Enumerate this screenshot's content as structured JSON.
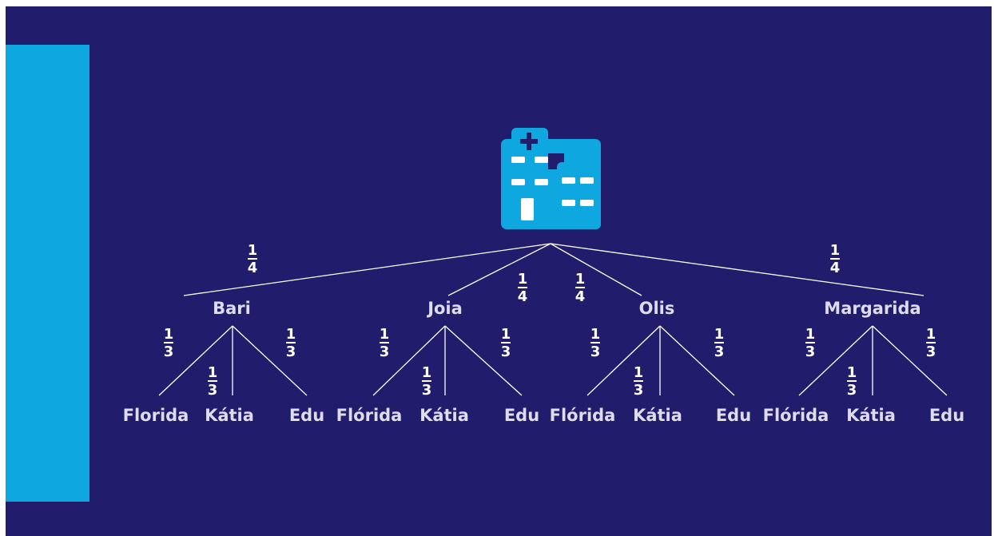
{
  "colors": {
    "background": "#211c6b",
    "accent": "#0ea7e0",
    "text": "#dedcea",
    "lines": "#ffffff"
  },
  "root": {
    "icon": "hospital-icon"
  },
  "level1_probability": {
    "numerator": "1",
    "denominator": "4"
  },
  "level2_probability": {
    "numerator": "1",
    "denominator": "3"
  },
  "branches": [
    {
      "name": "Bari",
      "leaves": [
        "Florida",
        "Kátia",
        "Edu"
      ]
    },
    {
      "name": "Joia",
      "leaves": [
        "Flórida",
        "Kátia",
        "Edu"
      ]
    },
    {
      "name": "Olis",
      "leaves": [
        "Flórida",
        "Kátia",
        "Edu"
      ]
    },
    {
      "name": "Margarida",
      "leaves": [
        "Flórida",
        "Kátia",
        "Edu"
      ]
    }
  ]
}
